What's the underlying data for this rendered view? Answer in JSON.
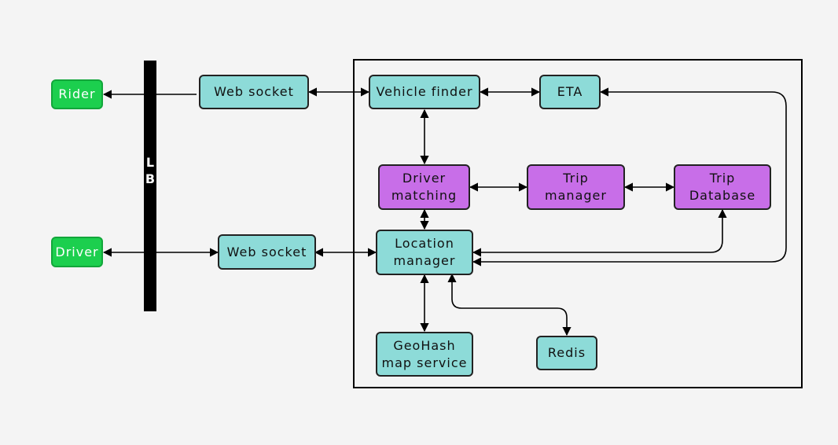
{
  "diagram": {
    "load_balancer": "L\nB",
    "nodes": {
      "rider": "Rider",
      "driver": "Driver",
      "web_socket_top": "Web socket",
      "web_socket_bottom": "Web socket",
      "vehicle_finder": "Vehicle finder",
      "eta": "ETA",
      "driver_matching": "Driver\nmatching",
      "trip_manager": "Trip\nmanager",
      "trip_database": "Trip\nDatabase",
      "location_manager": "Location\nmanager",
      "geohash_map_service": "GeoHash\nmap service",
      "redis": "Redis"
    },
    "colors": {
      "client": "#1ccf4e",
      "service": "#8ddbd8",
      "trip": "#c86ee8",
      "load_balancer": "#000000",
      "background": "#f4f4f4"
    }
  }
}
